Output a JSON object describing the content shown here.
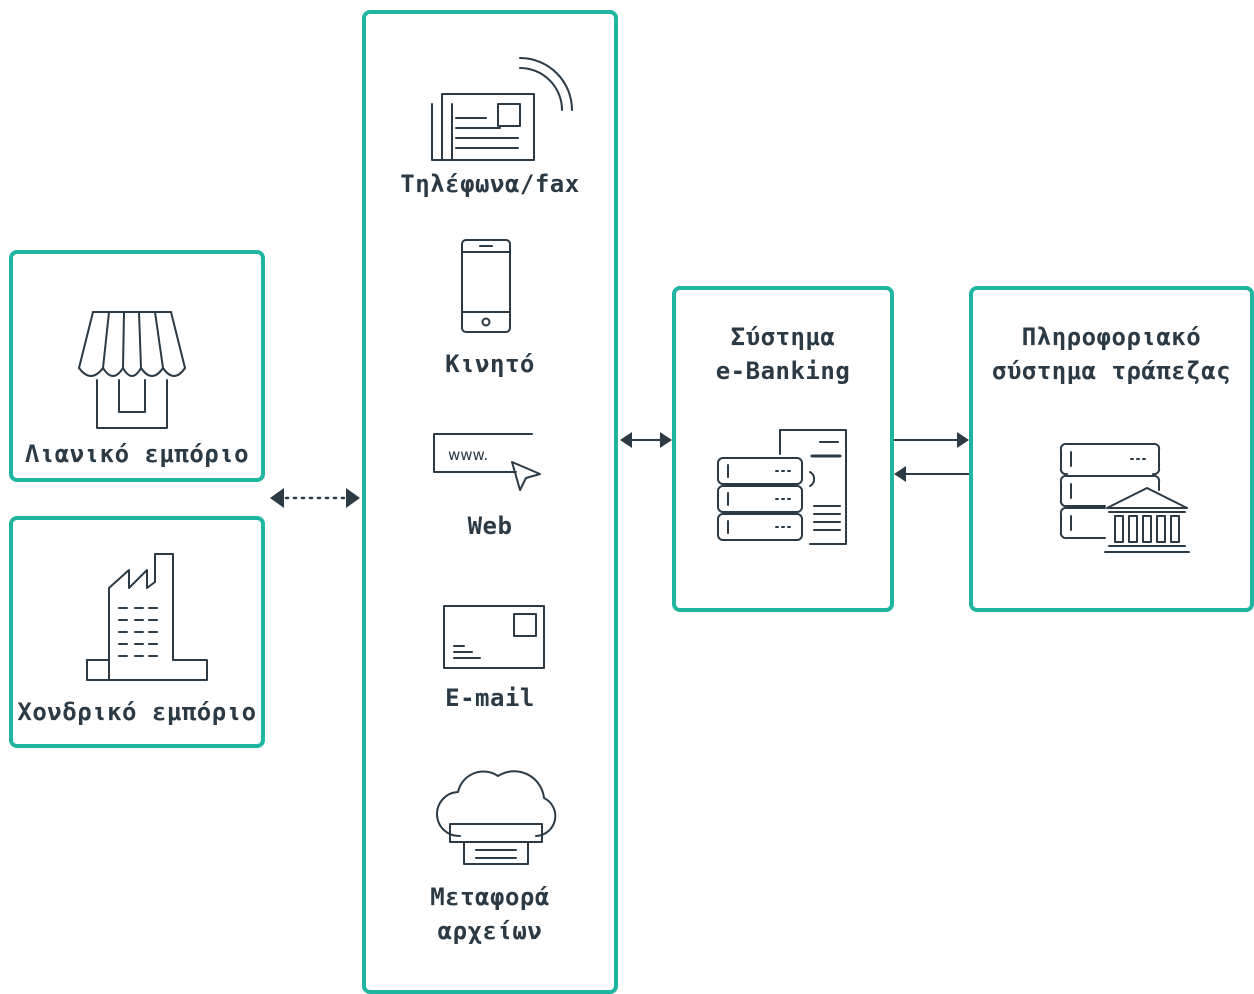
{
  "colors": {
    "box_border": "#1fb5a0",
    "text": "#2b3a45",
    "icon_stroke": "#2b3a45"
  },
  "businesses": {
    "retail": {
      "label": "Λιανικό εμπόριο",
      "icon": "storefront-icon"
    },
    "wholesale": {
      "label": "Χονδρικό εμπόριο",
      "icon": "factory-icon"
    }
  },
  "channels": [
    {
      "label": "Τηλέφωνα/fax",
      "icon": "fax-icon"
    },
    {
      "label": "Κινητό",
      "icon": "mobile-phone-icon"
    },
    {
      "label": "Web",
      "icon": "web-browser-icon",
      "icon_text": "www."
    },
    {
      "label": "E-mail",
      "icon": "envelope-icon"
    },
    {
      "label_lines": [
        "Μεταφορά",
        "αρχείων"
      ],
      "icon": "cloud-file-transfer-icon"
    }
  ],
  "ebanking": {
    "label_lines": [
      "Σύστημα",
      "e-Banking"
    ],
    "icon": "server-document-icon"
  },
  "bank_system": {
    "label_lines": [
      "Πληροφοριακό",
      "σύστημα τράπεζας"
    ],
    "icon": "server-bank-icon"
  },
  "connectors": [
    {
      "from": "businesses",
      "to": "channels",
      "style": "dotted",
      "direction": "bidirectional"
    },
    {
      "from": "channels",
      "to": "ebanking",
      "style": "solid",
      "direction": "bidirectional"
    },
    {
      "from": "ebanking",
      "to": "bank_system",
      "style": "solid",
      "direction": "forward"
    },
    {
      "from": "bank_system",
      "to": "ebanking",
      "style": "solid",
      "direction": "backward"
    }
  ]
}
